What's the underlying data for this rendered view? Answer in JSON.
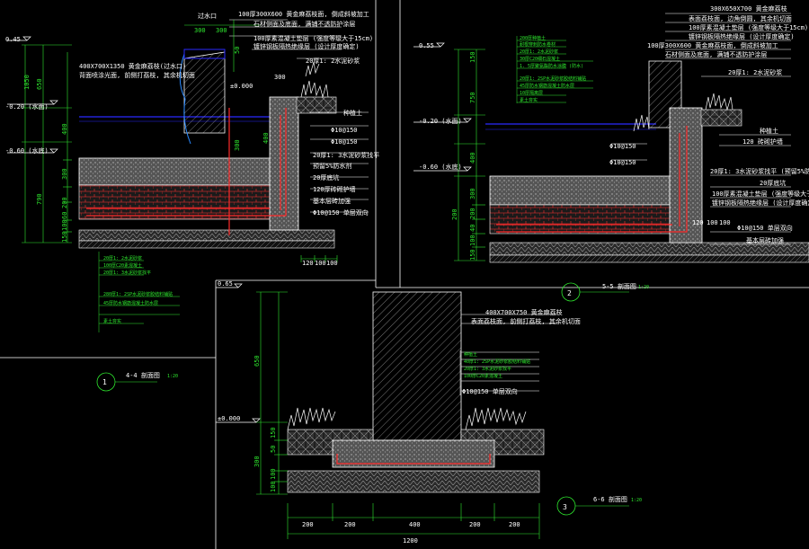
{
  "colors": {
    "background": "#000000",
    "outline": "#ffffff",
    "dimension": "#2ee82e",
    "rebar": "#ff2a2a",
    "water": "#2a2aff",
    "concrete": "#888888"
  },
  "section1": {
    "number": "1",
    "title": "4-4 剖面图",
    "scale": "1:20",
    "levels": [
      "0.45",
      "-0.20 (水面)",
      "-0.60 (水底)"
    ],
    "top_labels": [
      "过水口",
      "100厚300X600 黄金麻荔枝面, 倒成斜坡加工",
      "石材侧面及底面, 满铺不透防护涂层",
      "100厚素混凝土垫层 (强度等级大于15cm)",
      "镀锌钢板隔热绝缘层 (设计厚度确定)",
      "20厚1: 2水泥砂浆",
      "400X700X1350 黄金麻荔枝(过水口)",
      "背面喷涂光面, 前侧打荔枝, 其余机切面"
    ],
    "side_labels": [
      "种植土",
      "Φ10@150",
      "Φ10@150",
      "20厚1: 3水泥砂浆找平",
      "预留5%防水剂",
      "20厚底坑",
      "120厚砖砌护墙",
      "基本层砖加强",
      "Φ10@150 单层双向"
    ],
    "bottom_labels": [
      "20厚1: 2水泥砂浆",
      "100厚C20素混凝土",
      "20厚1: 3水泥砂浆找平",
      "280厚1: 2SP水泥砂浆胶结料铺贴",
      "45厚防水钢筋混凝土防水层",
      "素土夯实"
    ],
    "dim_left": [
      "650",
      "1050",
      "400",
      "300",
      "790",
      "200",
      "60",
      "100",
      "150"
    ],
    "dim_top": [
      "300",
      "300"
    ],
    "dim_mid": [
      "50",
      "±0.000",
      "300",
      "300",
      "400"
    ],
    "dim_bottom": [
      "120",
      "100",
      "100"
    ]
  },
  "section2": {
    "number": "2",
    "title": "5-5 剖面图",
    "scale": "1:20",
    "levels": [
      "0.55",
      "-0.20 (水面)",
      "-0.60 (水底)"
    ],
    "top_labels": [
      "300X650X700 黄金麻荔枝",
      "表面荔枝面, 边角倒圆, 其余机切面",
      "100厚素混凝土垫层 (强度等级大于15cm)",
      "镀锌钢板隔热绝缘层 (设计厚度确定)",
      "100厚300X600 黄金麻荔枝面, 倒成斜坡加工",
      "石材侧面及底面, 满铺不透防护涂层",
      "20厚1: 2水泥砂浆"
    ],
    "side_labels": [
      "种植土",
      "120 砖砌护墙",
      "Φ10@150",
      "Φ10@150",
      "20厚1: 3水泥砂浆找平 (预留5%防水剂)",
      "20厚底坑",
      "100厚素混凝土垫层 (强度等级大于15cm)",
      "镀锌钢板隔热绝缘层 (设计厚度确定)",
      "Φ10@150 单层双向",
      "基本层砖加强"
    ],
    "green_labels": [
      "200厚种植土",
      "耐根穿刺防水卷材",
      "20厚1: 2水泥砂浆",
      "30厚C20细石混凝土",
      "1. 5厚聚氨酯防水涂膜 (防水)",
      "20厚1: 2SP水泥砂浆胶结料铺贴",
      "45厚防水钢筋混凝土防水层",
      "10厚隔离层",
      "素土夯实"
    ],
    "dim_left": [
      "150",
      "750",
      "400",
      "300",
      "200",
      "200",
      "40",
      "100",
      "150"
    ],
    "dim_mid": [
      "120",
      "100",
      "100"
    ]
  },
  "section3": {
    "number": "3",
    "title": "6-6 剖面图",
    "scale": "1:20",
    "levels": [
      "0.65",
      "±0.000"
    ],
    "top_labels": [
      "400X700X750 黄金麻荔枝",
      "表面荔枝面, 前侧打荔枝, 其余机切面"
    ],
    "side_labels": [
      "种植土",
      "40厚1: 2SP水泥砂浆胶结料铺贴",
      "20厚1: 3水泥砂浆找平",
      "100厚C20素混凝土",
      "Φ10@150 单层双向"
    ],
    "dim_left": [
      "650",
      "150",
      "50",
      "300",
      "100",
      "100"
    ],
    "dim_bottom": [
      "200",
      "200",
      "400",
      "200",
      "200"
    ],
    "dim_total": "1200"
  }
}
